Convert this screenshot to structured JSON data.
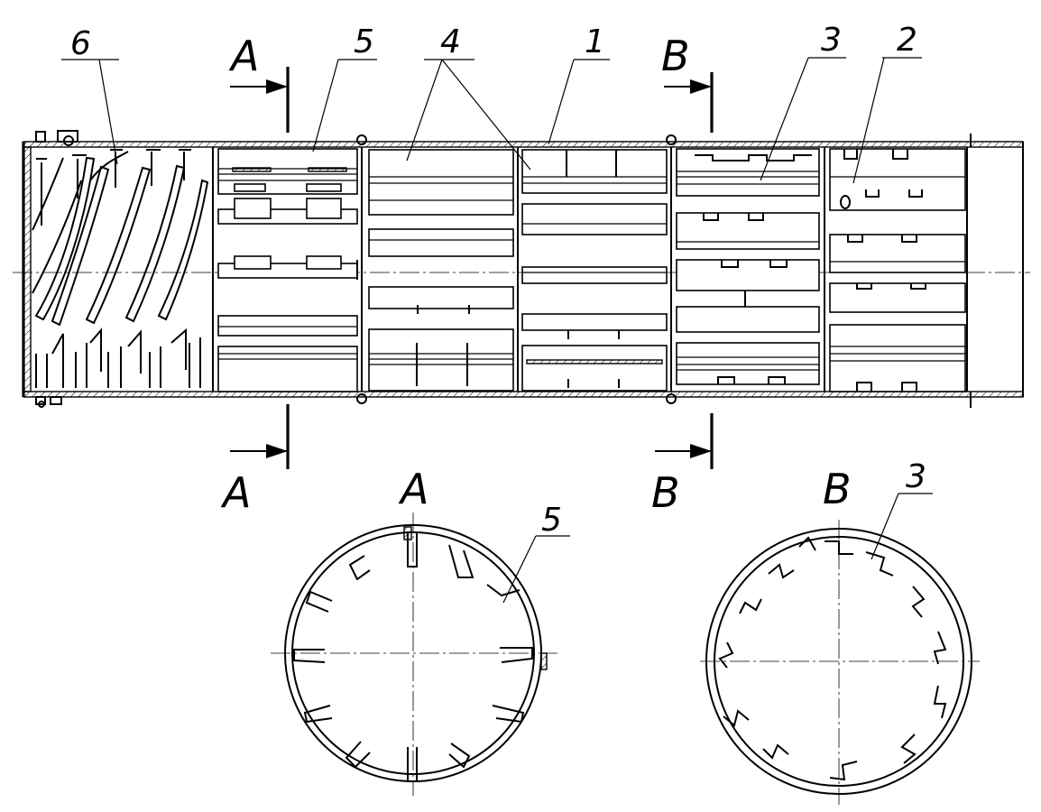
{
  "section_markers": {
    "a_top": "A",
    "b_top": "B",
    "a_bottom": "A",
    "b_bottom": "B"
  },
  "part_labels": {
    "p6": "6",
    "p5": "5",
    "p4": "4",
    "p1": "1",
    "p3": "3",
    "p2": "2"
  },
  "view_titles": {
    "section_a": "A",
    "section_b": "B"
  },
  "view_labels": {
    "section_a_part": "5",
    "section_b_part": "3"
  }
}
